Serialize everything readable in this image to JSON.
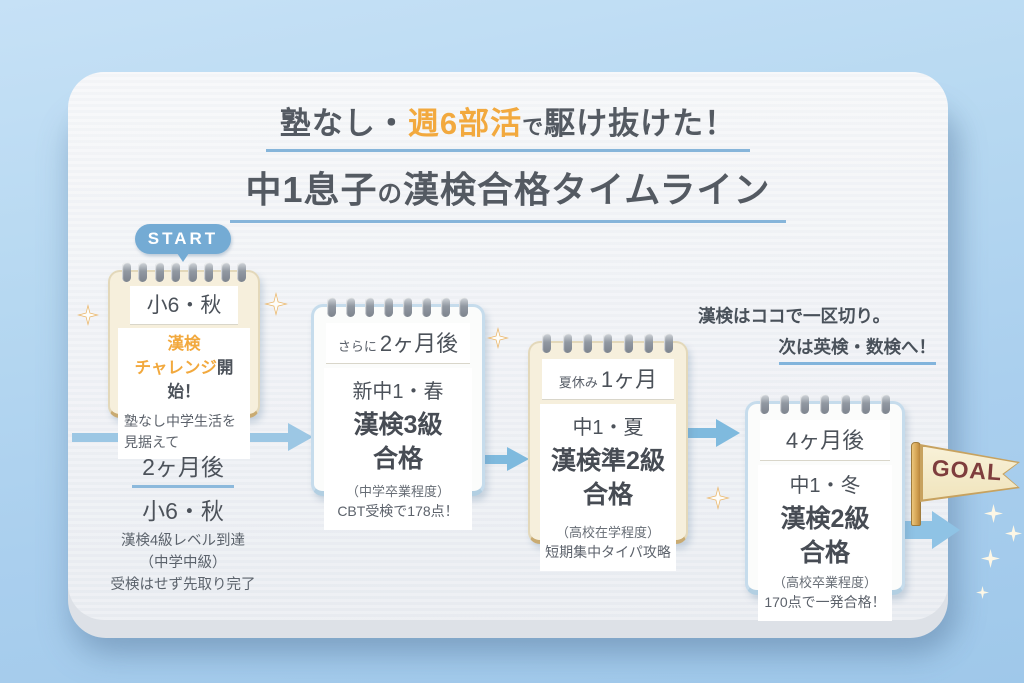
{
  "title": {
    "line1_pre": "塾なし・",
    "line1_highlight": "週6部活",
    "line1_particle": "で",
    "line1_post": "駆け抜けた！",
    "line2_pre": "中1息子",
    "line2_particle": "の",
    "line2_post": "漢検合格タイムライン"
  },
  "start_badge": {
    "label": "START"
  },
  "cards": [
    {
      "header": "小6・秋",
      "line1": "漢検",
      "line2_highlight": "チャレンジ",
      "line2_rest": "開始！",
      "note_line1": "塾なし中学生活を",
      "note_line2": "見据えて"
    },
    {
      "header_small": "さらに",
      "header": "2ヶ月後",
      "date": "新中1・春",
      "level": "漢検3級",
      "pass": "合格",
      "note1": "（中学卒業程度）",
      "note2": "CBT受検で178点！"
    },
    {
      "header_small": "夏休み",
      "header": "1ヶ月",
      "date": "中1・夏",
      "level": "漢検準2級",
      "pass": "合格",
      "note1": "（高校在学程度）",
      "note2": "短期集中タイパ攻略"
    },
    {
      "header": "4ヶ月後",
      "date": "中1・冬",
      "level": "漢検2級",
      "pass": "合格",
      "note1": "（高校卒業程度）",
      "note2": "170点で一発合格！"
    }
  ],
  "milestone": {
    "duration": "2ヶ月後",
    "date": "小6・秋",
    "note1": "漢検4級レベル到達",
    "note2": "（中学中級）",
    "note3": "受検はせず先取り完了"
  },
  "side_note": {
    "line1": "漢検はココで一区切り。",
    "line2": "次は英検・数検へ！"
  },
  "goal": {
    "label": "GOAL"
  },
  "colors": {
    "background_blue": "#aed2ee",
    "board_panel": "#f2f4f7",
    "accent_orange": "#f2a93e",
    "timeline_blue": "#7db8dd",
    "underline_blue": "#86b5da",
    "start_badge_blue": "#74abd4",
    "goal_red": "#7e3d3d",
    "flag_cream": "#f5ecce"
  }
}
